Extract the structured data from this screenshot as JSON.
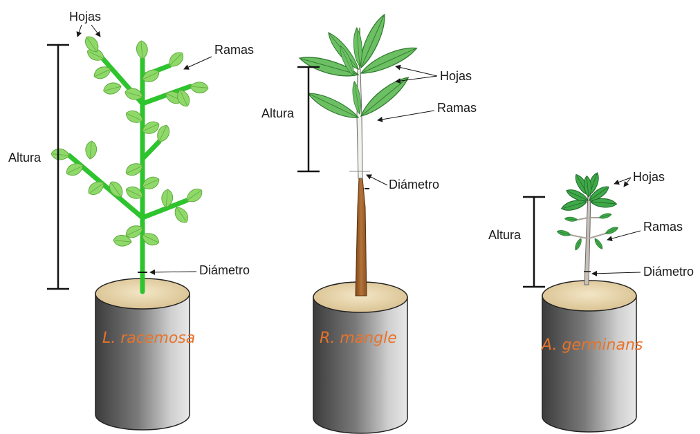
{
  "plants": [
    {
      "species": "L. racemosa",
      "labels": {
        "leaves": "Hojas",
        "branches": "Ramas",
        "height": "Altura",
        "diameter": "Diámetro"
      }
    },
    {
      "species": "R. mangle",
      "labels": {
        "leaves": "Hojas",
        "branches": "Ramas",
        "height": "Altura",
        "diameter": "Diámetro"
      }
    },
    {
      "species": "A. germinans",
      "labels": {
        "leaves": "Hojas",
        "branches": "Ramas",
        "height": "Altura",
        "diameter": "Diámetro"
      }
    }
  ],
  "colors": {
    "species_text": "#e8732a",
    "l_racemosa_stem": "#2ec42e",
    "l_racemosa_leaf": "#8fd86a",
    "r_mangle_leaf": "#5cb85c",
    "r_mangle_trunk": "#a8662e",
    "a_germinans_leaf": "#3fa848",
    "pot_top": "#e6d3ae",
    "pot_body": "#6b6b6b"
  }
}
